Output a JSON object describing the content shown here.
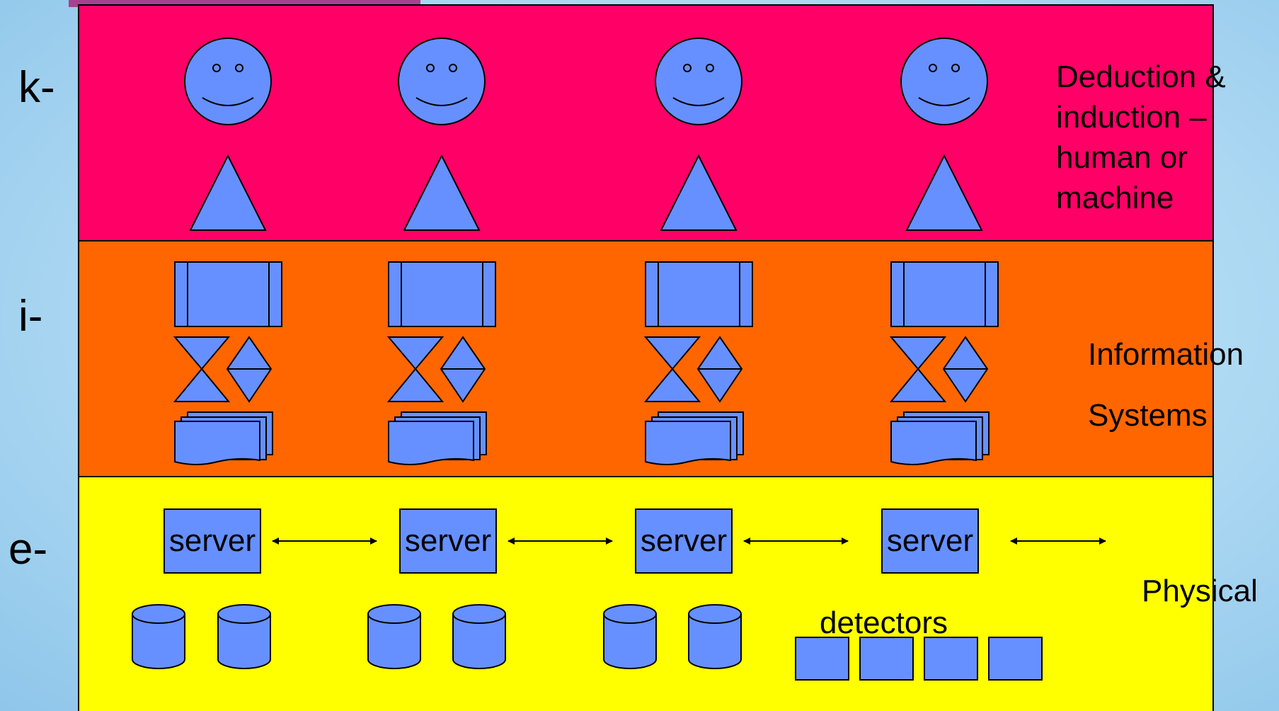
{
  "layers": [
    {
      "prefix": "k-",
      "description_lines": [
        "Deduction &",
        "induction –",
        "human or",
        "machine"
      ],
      "color": "#ff0066"
    },
    {
      "prefix": "i-",
      "description_lines": [
        "Information",
        "Systems"
      ],
      "color": "#ff6600"
    },
    {
      "prefix": "e-",
      "description_lines": [
        "Physical"
      ],
      "color": "#ffff00"
    }
  ],
  "servers": [
    "server",
    "server",
    "server",
    "server"
  ],
  "detectors_label": "detectors",
  "colors": {
    "shape_fill": "#6690ff",
    "shape_stroke": "#000000",
    "accent_bar": "#a8418f"
  },
  "icons": [
    "smiley-face-icon",
    "triangle-icon",
    "process-box-icon",
    "collate-icon",
    "sort-icon",
    "multi-document-icon",
    "server-box-icon",
    "database-cylinder-icon",
    "detector-box-icon",
    "double-arrow-icon"
  ]
}
